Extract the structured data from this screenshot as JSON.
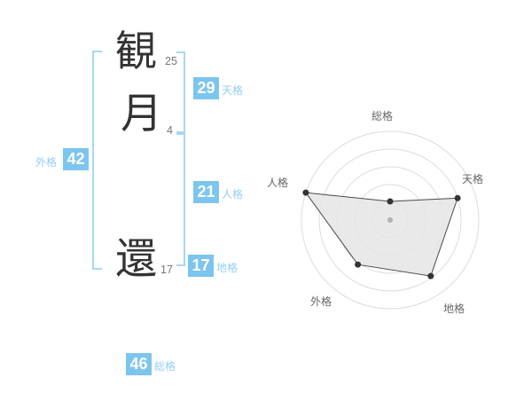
{
  "colors": {
    "accent_blue": "#7cc5ee",
    "label_blue": "#93cff2",
    "bracket_blue": "#a6d8f4",
    "kanji_color": "#333333",
    "stroke_count_color": "#777777",
    "chart": {
      "ring": "#dcdcdc",
      "polygon_fill": "rgba(229,229,229,0.85)",
      "polygon_stroke": "#4a4a4a",
      "dot": "#333333",
      "center_dot": "#b2b2b2",
      "label": "#666666"
    }
  },
  "name_display": {
    "characters": [
      {
        "char": "観",
        "strokes": "25"
      },
      {
        "char": "月",
        "strokes": "4"
      },
      {
        "char": "還",
        "strokes": "17"
      }
    ]
  },
  "scores": {
    "tenkaku": {
      "label": "天格",
      "value": "29"
    },
    "jinkaku": {
      "label": "人格",
      "value": "21"
    },
    "chikaku": {
      "label": "地格",
      "value": "17"
    },
    "gaikaku": {
      "label": "外格",
      "value": "42"
    },
    "soukaku": {
      "label": "総格",
      "value": "46"
    }
  },
  "chart_data": {
    "type": "radar",
    "axes": [
      "総格",
      "天格",
      "地格",
      "外格",
      "人格"
    ],
    "radius_fraction": [
      0.21,
      0.8,
      0.78,
      0.62,
      1.0
    ],
    "scale_note": "radial axis unlabeled; values are fractions of the outer ring",
    "rings": 5,
    "max_radius": 100,
    "center": [
      140,
      140
    ],
    "angles_deg": [
      -90,
      -18,
      54,
      126,
      198
    ],
    "label_centers": [
      [
        131,
        23
      ],
      [
        233,
        94
      ],
      [
        212,
        240
      ],
      [
        62,
        232
      ],
      [
        13,
        98
      ]
    ],
    "legend": "none",
    "grid": "concentric-circles"
  }
}
